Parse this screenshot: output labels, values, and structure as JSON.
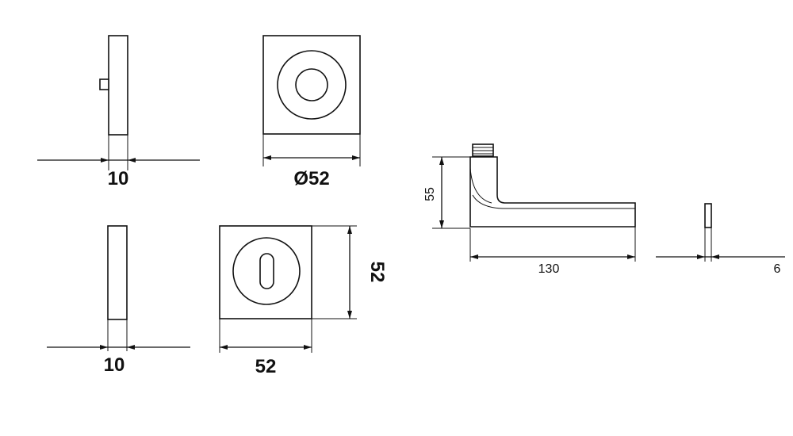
{
  "views": {
    "rose_side": {
      "thickness_label": "10"
    },
    "rose_front": {
      "diameter_label": "Ø52"
    },
    "escutcheon_side": {
      "thickness_label": "10"
    },
    "escutcheon_front": {
      "width_label": "52",
      "height_label": "52"
    },
    "handle_side": {
      "height_label": "55",
      "length_label": "130"
    },
    "handle_end": {
      "thickness_label": "6"
    }
  }
}
